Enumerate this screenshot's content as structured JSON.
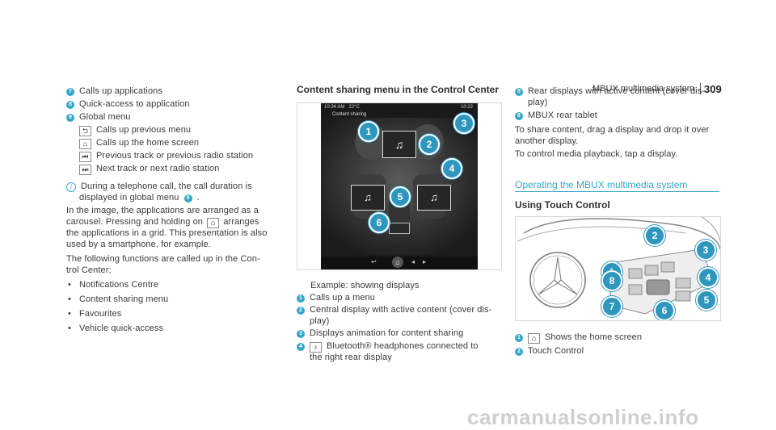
{
  "header": {
    "title": "MBUX multimedia system",
    "page_number": "309"
  },
  "left_column": {
    "items": [
      {
        "num": "7",
        "text": "Calls up applications"
      },
      {
        "num": "8",
        "text": "Quick-access to application"
      },
      {
        "num": "9",
        "text": "Global menu"
      }
    ],
    "sub_items": [
      {
        "icon": "back-arrow-icon",
        "glyph": "⮌",
        "text": "Calls up previous menu"
      },
      {
        "icon": "home-icon",
        "glyph": "⌂",
        "text": "Calls up the home screen"
      },
      {
        "icon": "previous-track-icon",
        "glyph": "⏮",
        "text": "Previous track or previous radio station"
      },
      {
        "icon": "next-track-icon",
        "glyph": "⏭",
        "text": "Next track or next radio station"
      }
    ],
    "note_lines": [
      "During a telephone call, the call duration is",
      "displayed in global menu"
    ],
    "note_ref": "9",
    "para1_lines": [
      "In the image, the applications are arranged as a",
      "carousel. Pressing and holding on",
      "arranges",
      "the applications in a grid. This presentation is also",
      "used by a smartphone, for example."
    ],
    "para2_lines": [
      "The following functions are called up in the Con-",
      "trol Center:"
    ],
    "bullets": [
      "Notifications Centre",
      "Content sharing menu",
      "Favourites",
      "Vehicle quick-access"
    ]
  },
  "middle_column": {
    "heading": "Content sharing menu in the Control Center",
    "screen": {
      "time": "10:34 AM",
      "temp": "22°C",
      "title": "Content sharing",
      "clock": "10:22"
    },
    "caption": "Example: showing displays",
    "items": [
      {
        "num": "1",
        "lines": [
          "Calls up a menu"
        ]
      },
      {
        "num": "2",
        "lines": [
          "Central display with active content (cover dis-",
          "play)"
        ]
      },
      {
        "num": "3",
        "lines": [
          "Displays animation for content sharing"
        ]
      },
      {
        "num": "4",
        "lines": [
          "Bluetooth® headphones connected to",
          "the right rear display"
        ]
      }
    ]
  },
  "right_column": {
    "items": [
      {
        "num": "5",
        "lines": [
          "Rear displays with active content (cover dis-",
          "play)"
        ]
      },
      {
        "num": "6",
        "lines": [
          "MBUX rear tablet"
        ]
      }
    ],
    "para1_lines": [
      "To share content, drag a display and drop it over",
      "another display."
    ],
    "para2_lines": [
      "To control media playback, tap a display."
    ],
    "section_title": "Operating the MBUX multimedia system",
    "subheading": "Using Touch Control",
    "bottom_items": [
      {
        "num": "1",
        "icon": "home-icon",
        "glyph": "⌂",
        "text": "Shows the home screen"
      },
      {
        "num": "2",
        "text": "Touch Control"
      }
    ]
  },
  "watermark": "carmanualsonline.info",
  "colors": {
    "accent": "#35a6c7",
    "callout": "#2f96be",
    "text": "#3a3a3a"
  }
}
